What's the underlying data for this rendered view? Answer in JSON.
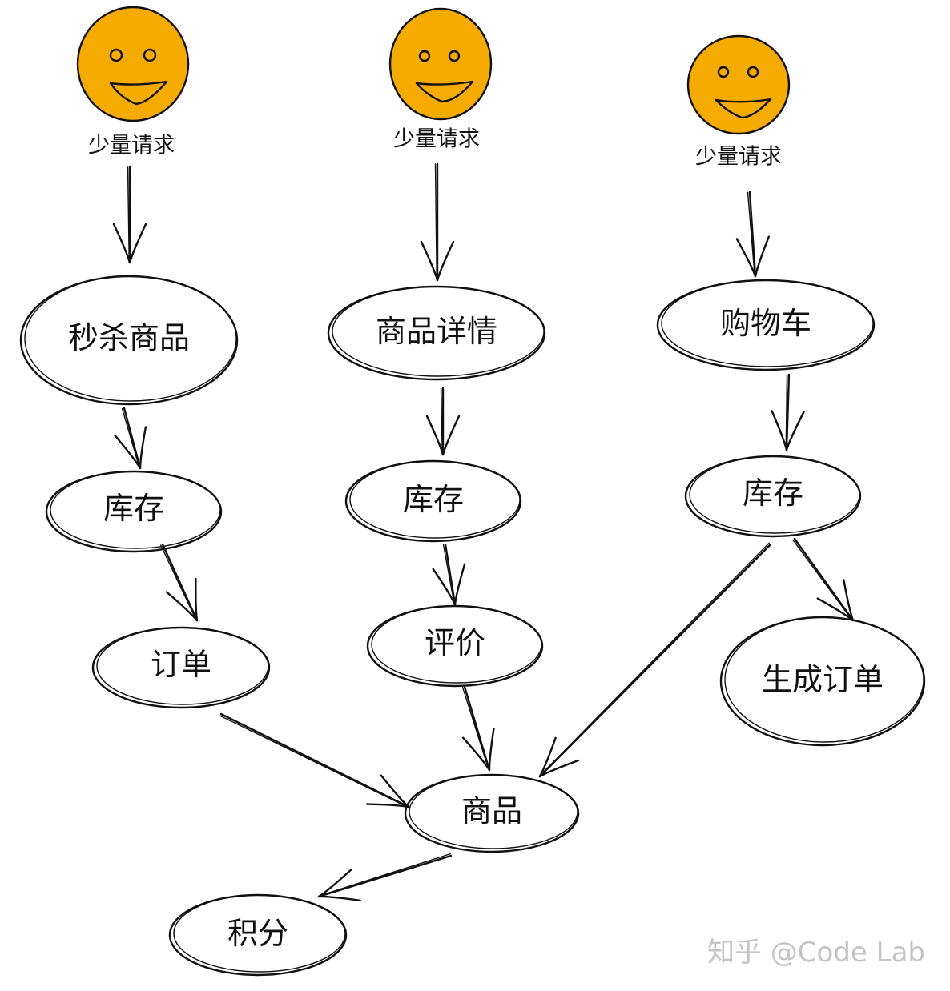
{
  "diagram": {
    "actors": [
      {
        "id": "user1",
        "label": "少量请求"
      },
      {
        "id": "user2",
        "label": "少量请求"
      },
      {
        "id": "user3",
        "label": "少量请求"
      }
    ],
    "nodes": [
      {
        "id": "seckill",
        "label": "秒杀商品"
      },
      {
        "id": "detail",
        "label": "商品详情"
      },
      {
        "id": "cart",
        "label": "购物车"
      },
      {
        "id": "stock1",
        "label": "库存"
      },
      {
        "id": "stock2",
        "label": "库存"
      },
      {
        "id": "stock3",
        "label": "库存"
      },
      {
        "id": "order",
        "label": "订单"
      },
      {
        "id": "review",
        "label": "评价"
      },
      {
        "id": "gen_order",
        "label": "生成订单"
      },
      {
        "id": "product",
        "label": "商品"
      },
      {
        "id": "points",
        "label": "积分"
      }
    ],
    "edges": [
      {
        "from": "user1",
        "to": "seckill"
      },
      {
        "from": "user2",
        "to": "detail"
      },
      {
        "from": "user3",
        "to": "cart"
      },
      {
        "from": "seckill",
        "to": "stock1"
      },
      {
        "from": "detail",
        "to": "stock2"
      },
      {
        "from": "cart",
        "to": "stock3"
      },
      {
        "from": "stock1",
        "to": "order"
      },
      {
        "from": "stock2",
        "to": "review"
      },
      {
        "from": "stock3",
        "to": "gen_order"
      },
      {
        "from": "order",
        "to": "product"
      },
      {
        "from": "review",
        "to": "product"
      },
      {
        "from": "stock3",
        "to": "product"
      },
      {
        "from": "product",
        "to": "points"
      }
    ],
    "colors": {
      "face_fill": "#F5AB00",
      "stroke": "#111111",
      "watermark": "#C4C4C4"
    },
    "watermark": "知乎 @Code Lab"
  }
}
